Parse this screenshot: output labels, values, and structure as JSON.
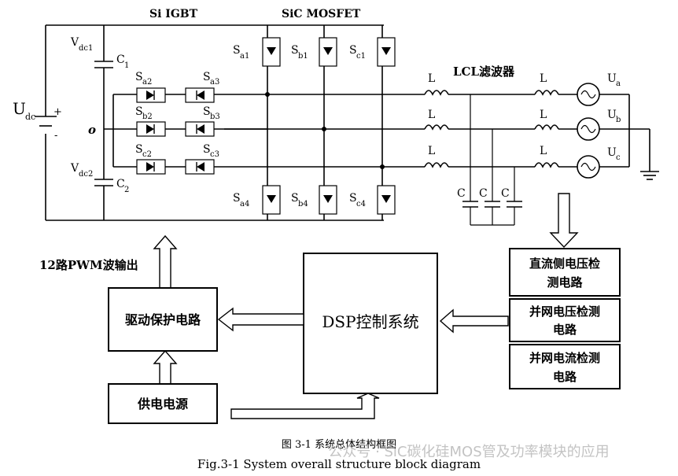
{
  "labels": {
    "si_igbt": "Si IGBT",
    "sic_mosfet": "SiC MOSFET",
    "lcl_filter": "LCL滤波器",
    "udc_main": "U",
    "udc_sub": "dc",
    "vdc1_main": "V",
    "vdc1_sub": "dc1",
    "vdc2_main": "V",
    "vdc2_sub": "dc2",
    "c1_main": "C",
    "c1_sub": "1",
    "c2_main": "C",
    "c2_sub": "2",
    "o_point": "o",
    "plus": "+",
    "minus": "-",
    "sa1": {
      "m": "S",
      "s": "a1"
    },
    "sb1": {
      "m": "S",
      "s": "b1"
    },
    "sc1": {
      "m": "S",
      "s": "c1"
    },
    "sa4": {
      "m": "S",
      "s": "a4"
    },
    "sb4": {
      "m": "S",
      "s": "b4"
    },
    "sc4": {
      "m": "S",
      "s": "c4"
    },
    "sa2": {
      "m": "S",
      "s": "a2"
    },
    "sa3": {
      "m": "S",
      "s": "a3"
    },
    "sb2": {
      "m": "S",
      "s": "b2"
    },
    "sb3": {
      "m": "S",
      "s": "b3"
    },
    "sc2": {
      "m": "S",
      "s": "c2"
    },
    "sc3": {
      "m": "S",
      "s": "c3"
    },
    "inductor": "L",
    "capacitor": "C",
    "ua": {
      "m": "U",
      "s": "a"
    },
    "ub": {
      "m": "U",
      "s": "b"
    },
    "uc": {
      "m": "U",
      "s": "c"
    },
    "pwm_output": "12路PWM波输出"
  },
  "blocks": {
    "driver": "驱动保护电路",
    "power_supply": "供电电源",
    "dsp": "DSP控制系统",
    "dc_voltage_line1": "直流侧电压检",
    "dc_voltage_line2": "测电路",
    "grid_voltage_line1": "并网电压检测",
    "grid_voltage_line2": "电路",
    "grid_current_line1": "并网电流检测",
    "grid_current_line2": "电路"
  },
  "caption": {
    "cn": "图 3-1 系统总体结构框图",
    "en": "Fig.3-1 System overall structure block diagram"
  },
  "watermark": "公众号 · SiC碳化硅MOS管及功率模块的应用",
  "colors": {
    "line": "#000000",
    "background": "#ffffff",
    "watermark": "#b9b9b9"
  }
}
